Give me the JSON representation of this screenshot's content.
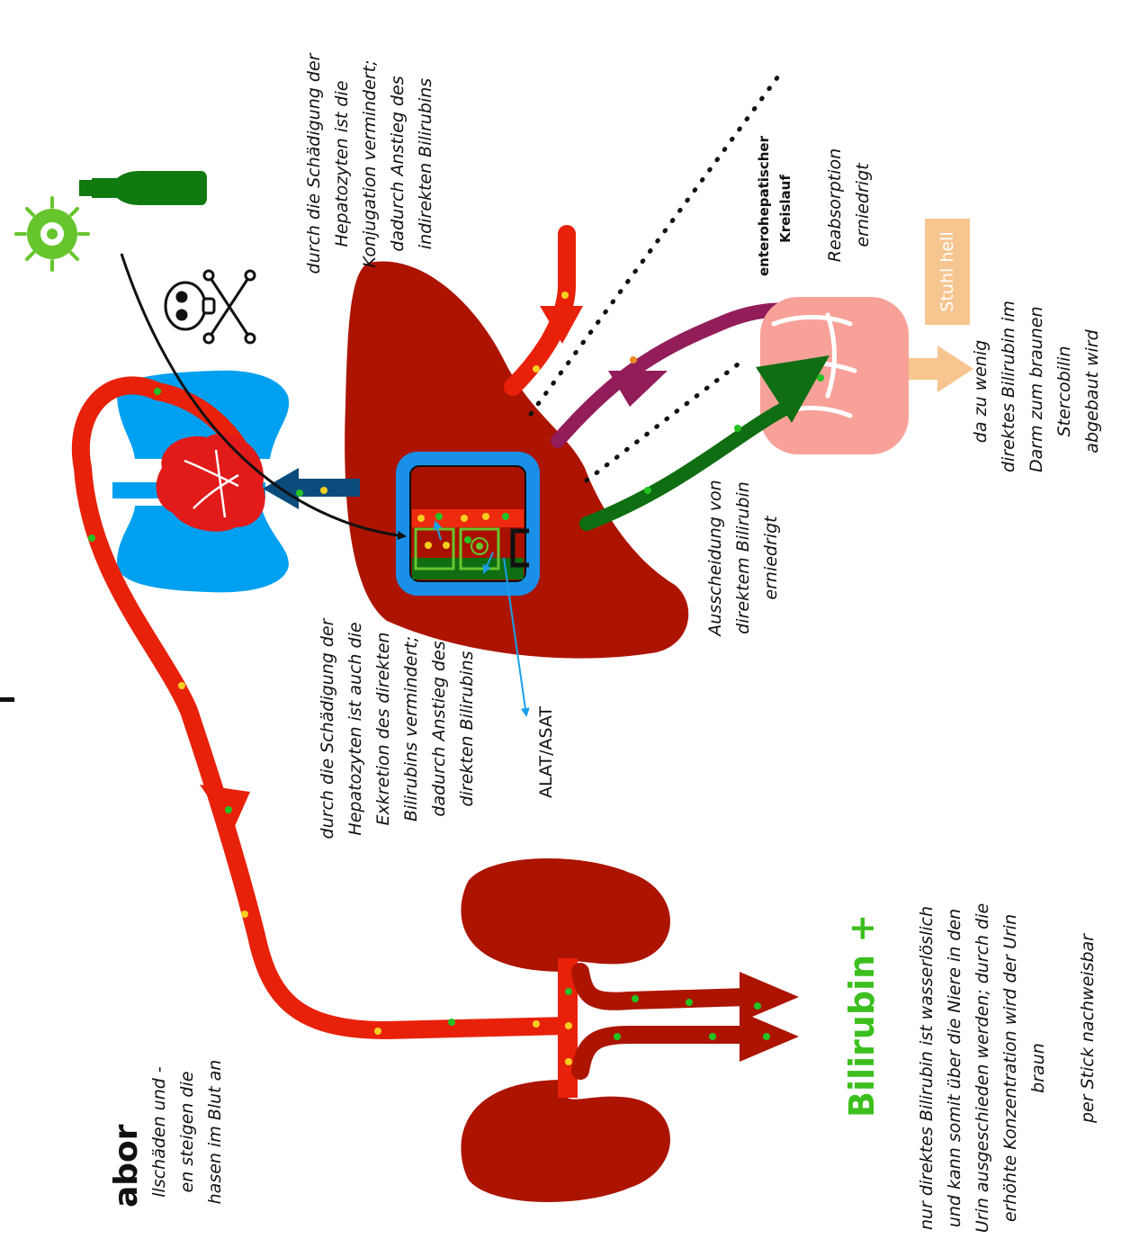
{
  "labels": {
    "top_conjugation": [
      "durch die Schädigung der",
      "Hepatozyten ist die",
      "Konjugation vermindert;",
      "dadurch Anstieg des",
      "indirekten Bilirubins"
    ],
    "enterohepatic_title": [
      "enterohepatischer",
      "Kreislauf"
    ],
    "reabsorption": [
      "Reabsorption",
      "erniedrigt"
    ],
    "stool_badge": "Stuhl hell",
    "stool_reason": [
      "da zu wenig",
      "direktes Bilirubin im",
      "Darm zum braunen",
      "Stercobilin",
      "abgebaut wird"
    ],
    "excretion": [
      "Ausscheidung von",
      "direktem Bilirubin",
      "erniedrigt"
    ],
    "exkretion_left": [
      "durch die Schädigung der",
      "Hepatozyten ist auch die",
      "Exkretion des direkten",
      "Bilirubins vermindert;",
      "dadurch Anstieg des",
      "direkten Bilirubins"
    ],
    "alat_asat": "ALAT/ASAT",
    "bilirubin_plus": "Bilirubin +",
    "bilirubin_text": [
      "nur direktes Bilirubin ist wasserlöslich",
      "und kann somit über die Niere in den",
      "Urin ausgeschieden werden; durch die",
      "erhöhte Konzentration wird der Urin",
      "braun"
    ],
    "stick": "per Stick nachweisbar",
    "labor_title": "abor",
    "labor_text": [
      "llschäden und -",
      "en steigen die",
      "hasen im Blut an"
    ]
  },
  "colors": {
    "liver": "#ac1400",
    "blood_red": "#e8210a",
    "lung_blue": "#00a0f0",
    "dark_blue": "#0b4c7c",
    "bile_green": "#0f6e12",
    "reabsorption_purple": "#921d5a",
    "intestine_pink": "#f7a199",
    "virus_green": "#66c52d",
    "bottle_green": "#107a10",
    "stool_tan": "#f6c590",
    "heading_green": "#3cbf1e"
  },
  "icons": [
    "virus-icon",
    "bottle-icon",
    "skull-icon",
    "heart-icon",
    "lung-icon",
    "liver-icon",
    "hepatocyte-icon",
    "intestine-icon",
    "kidney-icon"
  ]
}
